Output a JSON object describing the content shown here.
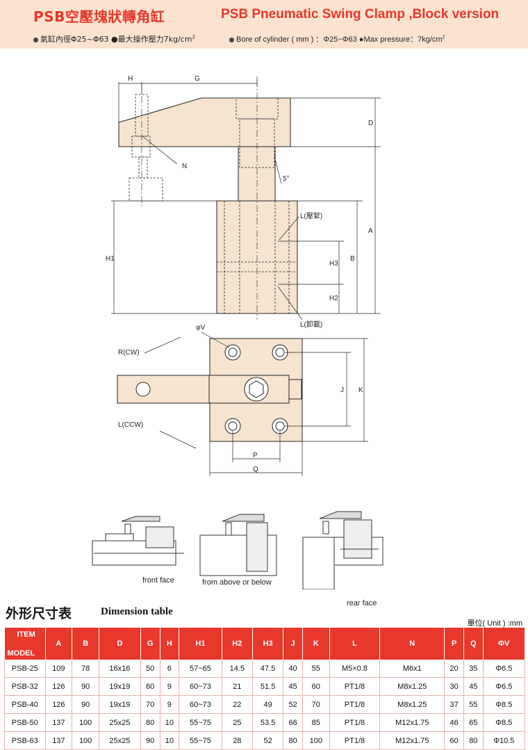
{
  "header": {
    "title_cn": "PSB空壓塊狀轉角缸",
    "title_en": "PSB Pneumatic Swing Clamp ,Block version",
    "spec_cn": "氣缸內徑Φ25~Φ63 ●最大操作壓力7kg/cm",
    "spec_cn_sup": "2",
    "spec_en": "Bore of cylinder ( mm ) ：Φ25~Φ63 ●Max pressure：7kg/cm",
    "spec_en_sup": "2"
  },
  "drawing": {
    "labels": {
      "H": "H",
      "G": "G",
      "D": "D",
      "N": "N",
      "angle": "5°",
      "L_clamp": "L(壓緊)",
      "L_unclamp": "L(卸載)",
      "A": "A",
      "B": "B",
      "H1": "H1",
      "H2": "H2",
      "H3": "H3",
      "phiV": "φV",
      "R_cw": "R(CW)",
      "L_ccw": "L(CCW)",
      "J": "J",
      "K": "K",
      "P": "P",
      "Q": "Q"
    }
  },
  "captions": {
    "front": "front face",
    "above": "from above or below",
    "rear": "rear face"
  },
  "table": {
    "title_cn": "外形尺寸表",
    "title_en": "Dimension table",
    "unit": "單位( Unit ) :mm",
    "header_item": "ITEM",
    "header_model": "MODEL",
    "columns": [
      "A",
      "B",
      "D",
      "G",
      "H",
      "H1",
      "H2",
      "H3",
      "J",
      "K",
      "L",
      "N",
      "P",
      "Q",
      "ΦV"
    ],
    "rows": [
      [
        "PSB-25",
        "109",
        "78",
        "16x16",
        "50",
        "6",
        "57~65",
        "14.5",
        "47.5",
        "40",
        "55",
        "M5×0.8",
        "M6x1",
        "20",
        "35",
        "Φ6.5"
      ],
      [
        "PSB-32",
        "126",
        "90",
        "19x19",
        "60",
        "9",
        "60~73",
        "21",
        "51.5",
        "45",
        "60",
        "PT1/8",
        "M8x1.25",
        "30",
        "45",
        "Φ6.5"
      ],
      [
        "PSB-40",
        "126",
        "90",
        "19x19",
        "70",
        "9",
        "60~73",
        "22",
        "49",
        "52",
        "70",
        "PT1/8",
        "M8x1.25",
        "37",
        "55",
        "Φ8.5"
      ],
      [
        "PSB-50",
        "137",
        "100",
        "25x25",
        "80",
        "10",
        "55~75",
        "25",
        "53.5",
        "66",
        "85",
        "PT1/8",
        "M12x1.75",
        "46",
        "65",
        "Φ8.5"
      ],
      [
        "PSB-63",
        "137",
        "100",
        "25x25",
        "90",
        "10",
        "55~75",
        "28",
        "52",
        "80",
        "100",
        "PT1/8",
        "M12x1.75",
        "60",
        "80",
        "Φ10.5"
      ]
    ]
  }
}
